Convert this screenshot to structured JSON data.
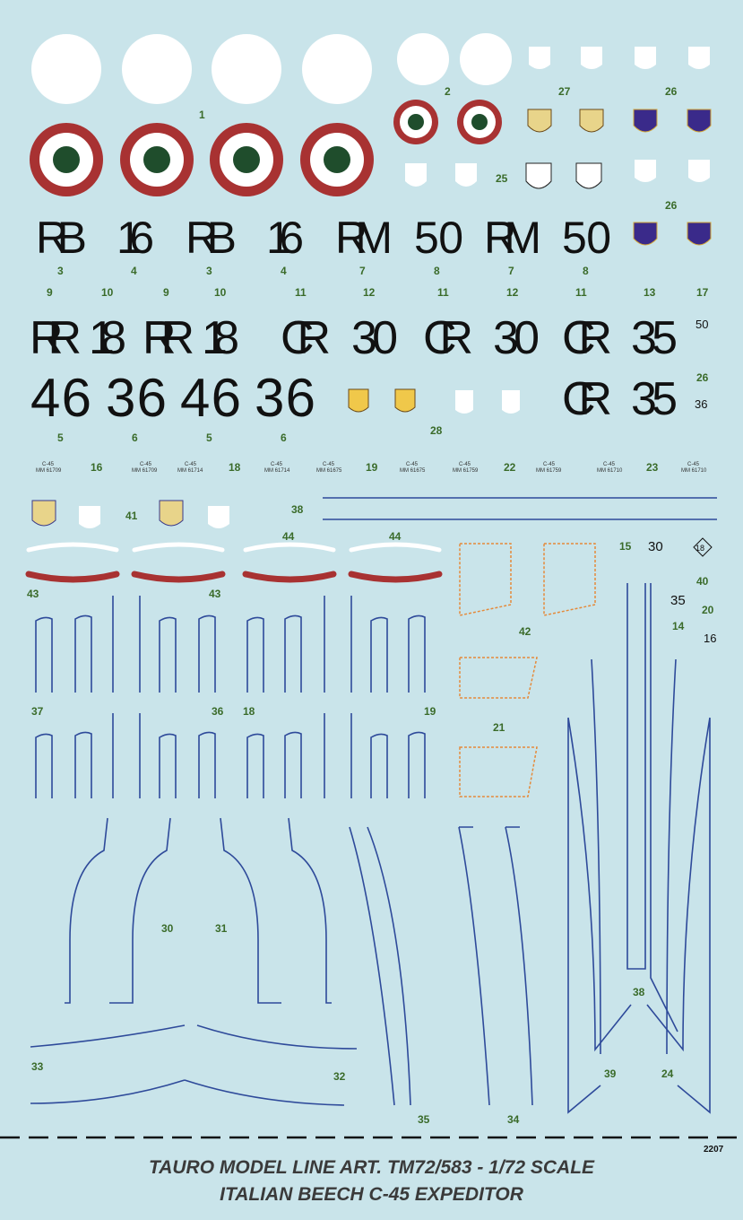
{
  "footer": {
    "title_line1": "TAURO MODEL LINE ART. TM72/583 - 1/72 SCALE",
    "title_line2": "ITALIAN BEECH C-45 EXPEDITOR",
    "sheet_code": "2207"
  },
  "colors": {
    "background": "#c9e4ea",
    "roundel_red": "#a83232",
    "roundel_white": "#ffffff",
    "roundel_green": "#1f4d2c",
    "code_black": "#111111",
    "number_green": "#3a6b2a",
    "stripe_blue": "#2e4a9a",
    "outline_orange": "#e58a3a"
  },
  "codes_row1": [
    "RB",
    "16",
    "RB",
    "16",
    "RM",
    "50",
    "RM",
    "50"
  ],
  "codes_row1_numbers": [
    "3",
    "4",
    "3",
    "4",
    "7",
    "8",
    "7",
    "8"
  ],
  "codes_row2_numbers": [
    "9",
    "10",
    "9",
    "10",
    "11",
    "12",
    "11",
    "12",
    "11",
    "13",
    "17"
  ],
  "codes_row2": [
    "RR",
    "18",
    "RR",
    "18",
    "CR",
    "30",
    "CR",
    "30",
    "CR",
    "35"
  ],
  "codes_row2_small": "50",
  "codes_row3": [
    "46",
    "36",
    "46",
    "36",
    "CR",
    "35"
  ],
  "codes_row3_small": "36",
  "codes_row3_numbers": [
    "5",
    "6",
    "5",
    "6"
  ],
  "number_labels": {
    "n1": "1",
    "n2": "2",
    "n27": "27",
    "n26a": "26",
    "n25": "25",
    "n26b": "26",
    "n26c": "26",
    "n28": "28",
    "n16": "16",
    "n18": "18",
    "n19": "19",
    "n22": "22",
    "n23": "23",
    "n41": "41",
    "n38a": "38",
    "n44a": "44",
    "n44b": "44",
    "n43a": "43",
    "n43b": "43",
    "n15": "15",
    "n40": "40",
    "n20": "20",
    "n14": "14",
    "n42": "42",
    "n21": "21",
    "n37": "37",
    "n36": "36",
    "n18b": "18",
    "n19b": "19",
    "n30": "30",
    "n31": "31",
    "n38b": "38",
    "n33": "33",
    "n32": "32",
    "n39": "39",
    "n24": "24",
    "n35": "35",
    "n34": "34"
  },
  "small_codes": {
    "s30": "30",
    "s18": "18",
    "s35": "35",
    "s16": "16"
  },
  "serials": [
    {
      "l1": "C-45",
      "l2": "MM 61709"
    },
    {
      "l1": "C-45",
      "l2": "MM 61709"
    },
    {
      "l1": "C-45",
      "l2": "MM 61714"
    },
    {
      "l1": "C-45",
      "l2": "MM 61714"
    },
    {
      "l1": "C-45",
      "l2": "MM 61675"
    },
    {
      "l1": "C-45",
      "l2": "MM 61675"
    },
    {
      "l1": "C-45",
      "l2": "MM 61759"
    },
    {
      "l1": "C-45",
      "l2": "MM 61759"
    },
    {
      "l1": "C-45",
      "l2": "MM 61710"
    },
    {
      "l1": "C-45",
      "l2": "MM 61710"
    }
  ]
}
